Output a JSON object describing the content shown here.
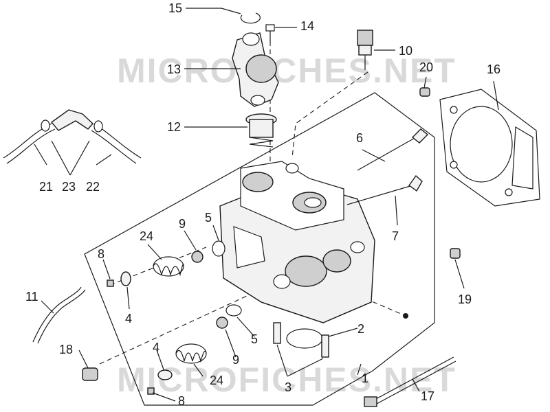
{
  "watermark": {
    "top": "MICROFICHES.NET",
    "bottom": "MICROFICHES.NET"
  },
  "callouts": {
    "c1": "1",
    "c2": "2",
    "c3": "3",
    "c4a": "4",
    "c4b": "4",
    "c5a": "5",
    "c5b": "5",
    "c6": "6",
    "c7": "7",
    "c8a": "8",
    "c8b": "8",
    "c9a": "9",
    "c9b": "9",
    "c10": "10",
    "c11": "11",
    "c12": "12",
    "c13": "13",
    "c14": "14",
    "c15": "15",
    "c16": "16",
    "c17": "17",
    "c18": "18",
    "c19": "19",
    "c20": "20",
    "c21": "21",
    "c22": "22",
    "c23": "23",
    "c24a": "24",
    "c24b": "24"
  },
  "colors": {
    "ink": "#1a1a1a",
    "watermark": "#d9d9d9",
    "background": "#ffffff"
  }
}
